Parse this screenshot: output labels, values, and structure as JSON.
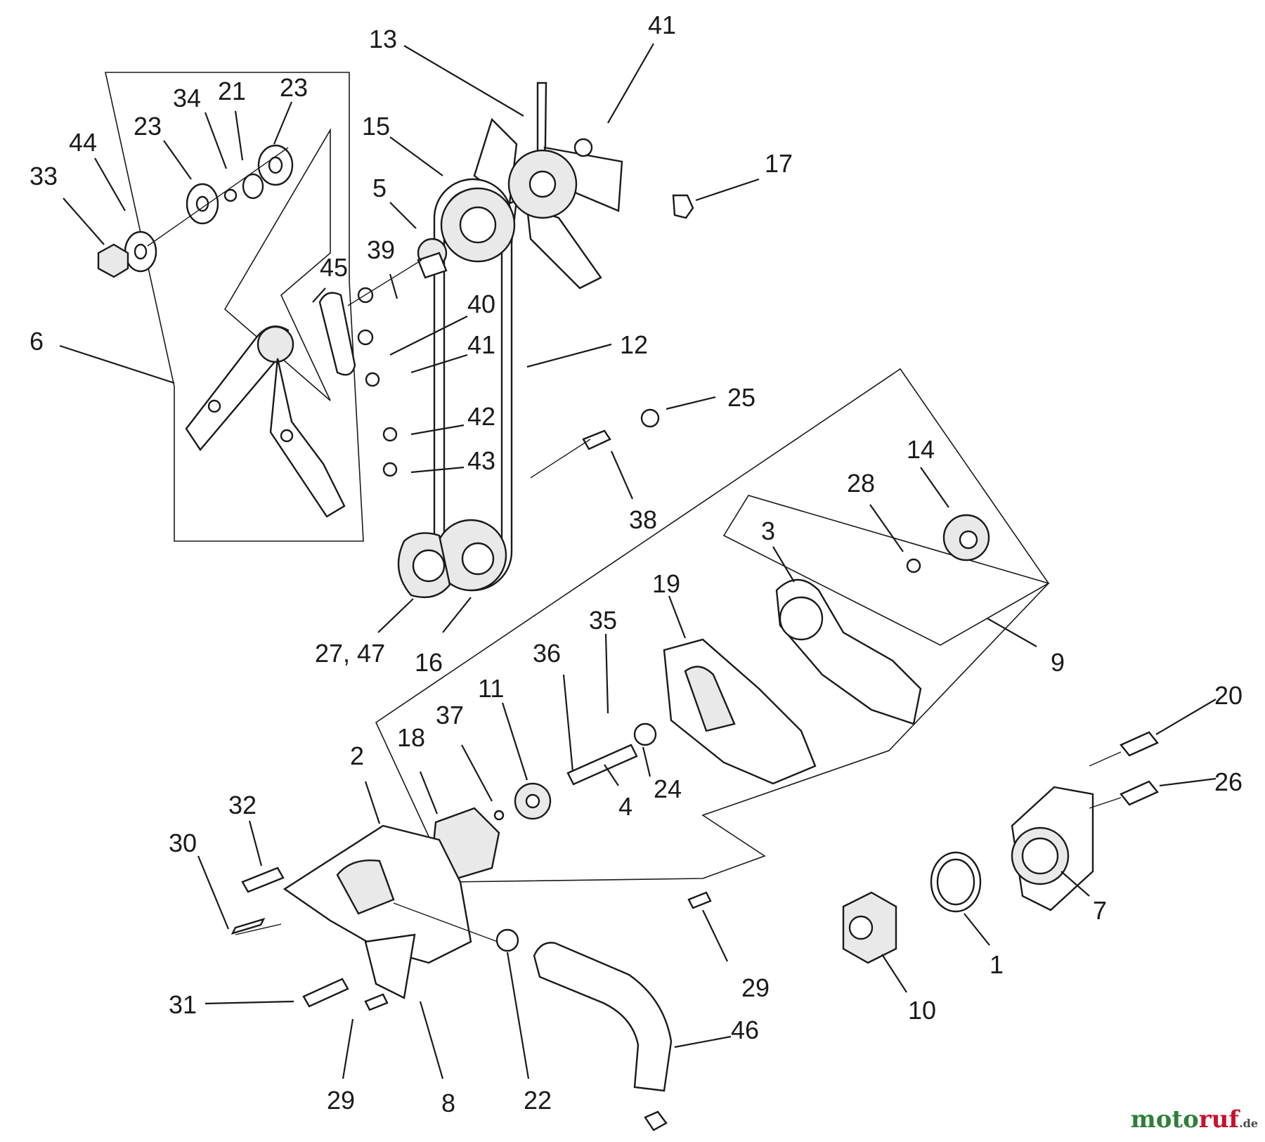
{
  "callouts": [
    {
      "id": "c-13",
      "text": "13"
    },
    {
      "id": "c-41a",
      "text": "41"
    },
    {
      "id": "c-15",
      "text": "15"
    },
    {
      "id": "c-17",
      "text": "17"
    },
    {
      "id": "c-23a",
      "text": "23"
    },
    {
      "id": "c-34",
      "text": "34"
    },
    {
      "id": "c-21",
      "text": "21"
    },
    {
      "id": "c-23b",
      "text": "23"
    },
    {
      "id": "c-44",
      "text": "44"
    },
    {
      "id": "c-33",
      "text": "33"
    },
    {
      "id": "c-5",
      "text": "5"
    },
    {
      "id": "c-39",
      "text": "39"
    },
    {
      "id": "c-45",
      "text": "45"
    },
    {
      "id": "c-40",
      "text": "40"
    },
    {
      "id": "c-41b",
      "text": "41"
    },
    {
      "id": "c-6",
      "text": "6"
    },
    {
      "id": "c-12",
      "text": "12"
    },
    {
      "id": "c-25",
      "text": "25"
    },
    {
      "id": "c-42",
      "text": "42"
    },
    {
      "id": "c-43",
      "text": "43"
    },
    {
      "id": "c-14",
      "text": "14"
    },
    {
      "id": "c-28",
      "text": "28"
    },
    {
      "id": "c-38",
      "text": "38"
    },
    {
      "id": "c-3",
      "text": "3"
    },
    {
      "id": "c-19",
      "text": "19"
    },
    {
      "id": "c-35",
      "text": "35"
    },
    {
      "id": "c-36",
      "text": "36"
    },
    {
      "id": "c-9",
      "text": "9"
    },
    {
      "id": "c-27-47",
      "text": "27, 47"
    },
    {
      "id": "c-16",
      "text": "16"
    },
    {
      "id": "c-11",
      "text": "11"
    },
    {
      "id": "c-37",
      "text": "37"
    },
    {
      "id": "c-18",
      "text": "18"
    },
    {
      "id": "c-2",
      "text": "2"
    },
    {
      "id": "c-24",
      "text": "24"
    },
    {
      "id": "c-4",
      "text": "4"
    },
    {
      "id": "c-20",
      "text": "20"
    },
    {
      "id": "c-26",
      "text": "26"
    },
    {
      "id": "c-32",
      "text": "32"
    },
    {
      "id": "c-30",
      "text": "30"
    },
    {
      "id": "c-7",
      "text": "7"
    },
    {
      "id": "c-29a",
      "text": "29"
    },
    {
      "id": "c-1",
      "text": "1"
    },
    {
      "id": "c-10",
      "text": "10"
    },
    {
      "id": "c-31",
      "text": "31"
    },
    {
      "id": "c-46",
      "text": "46"
    },
    {
      "id": "c-29b",
      "text": "29"
    },
    {
      "id": "c-8",
      "text": "8"
    },
    {
      "id": "c-22",
      "text": "22"
    }
  ],
  "watermark": {
    "brand_prefix": "moto",
    "brand_suffix": "ruf",
    "tld": ".de",
    "color_primary": "#2f7f3a",
    "color_accent": "#c8102e"
  }
}
